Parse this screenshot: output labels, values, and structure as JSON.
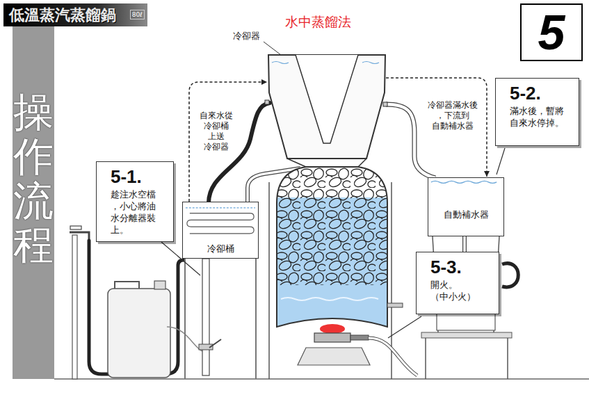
{
  "diagram": {
    "title": "水中蒸餾法",
    "nodes": [
      {
        "text": [
          "低溫蒸汽蒸餾鍋"
        ]
      },
      {
        "text": [
          "80ℓ"
        ],
        "in": 0
      },
      {
        "text": [
          "5"
        ]
      },
      {
        "text": [
          "操作流程"
        ]
      },
      {
        "text": [
          "冷卻器"
        ]
      },
      {
        "text": [
          "5-2.",
          "滿水後，暫將 自來水停掉。"
        ]
      },
      {
        "text": [
          "5-1.",
          "趁注水空檔 ，小心將油 水分離器裝 上。"
        ]
      },
      {
        "text": [
          "冷卻桶"
        ]
      },
      {
        "text": [
          "自動補水器"
        ]
      },
      {
        "text": [
          "5-3.",
          "開火。 （中小火）"
        ]
      }
    ],
    "edges": [
      {
        "from": 7,
        "to": 4,
        "label": "自來水從 冷卻桶 上送 冷卻器",
        "arrow": "to"
      },
      {
        "from": 4,
        "to": 8,
        "label": "冷卻器滿水後 ，下流到 自動補水器",
        "arrow": "to"
      }
    ]
  }
}
